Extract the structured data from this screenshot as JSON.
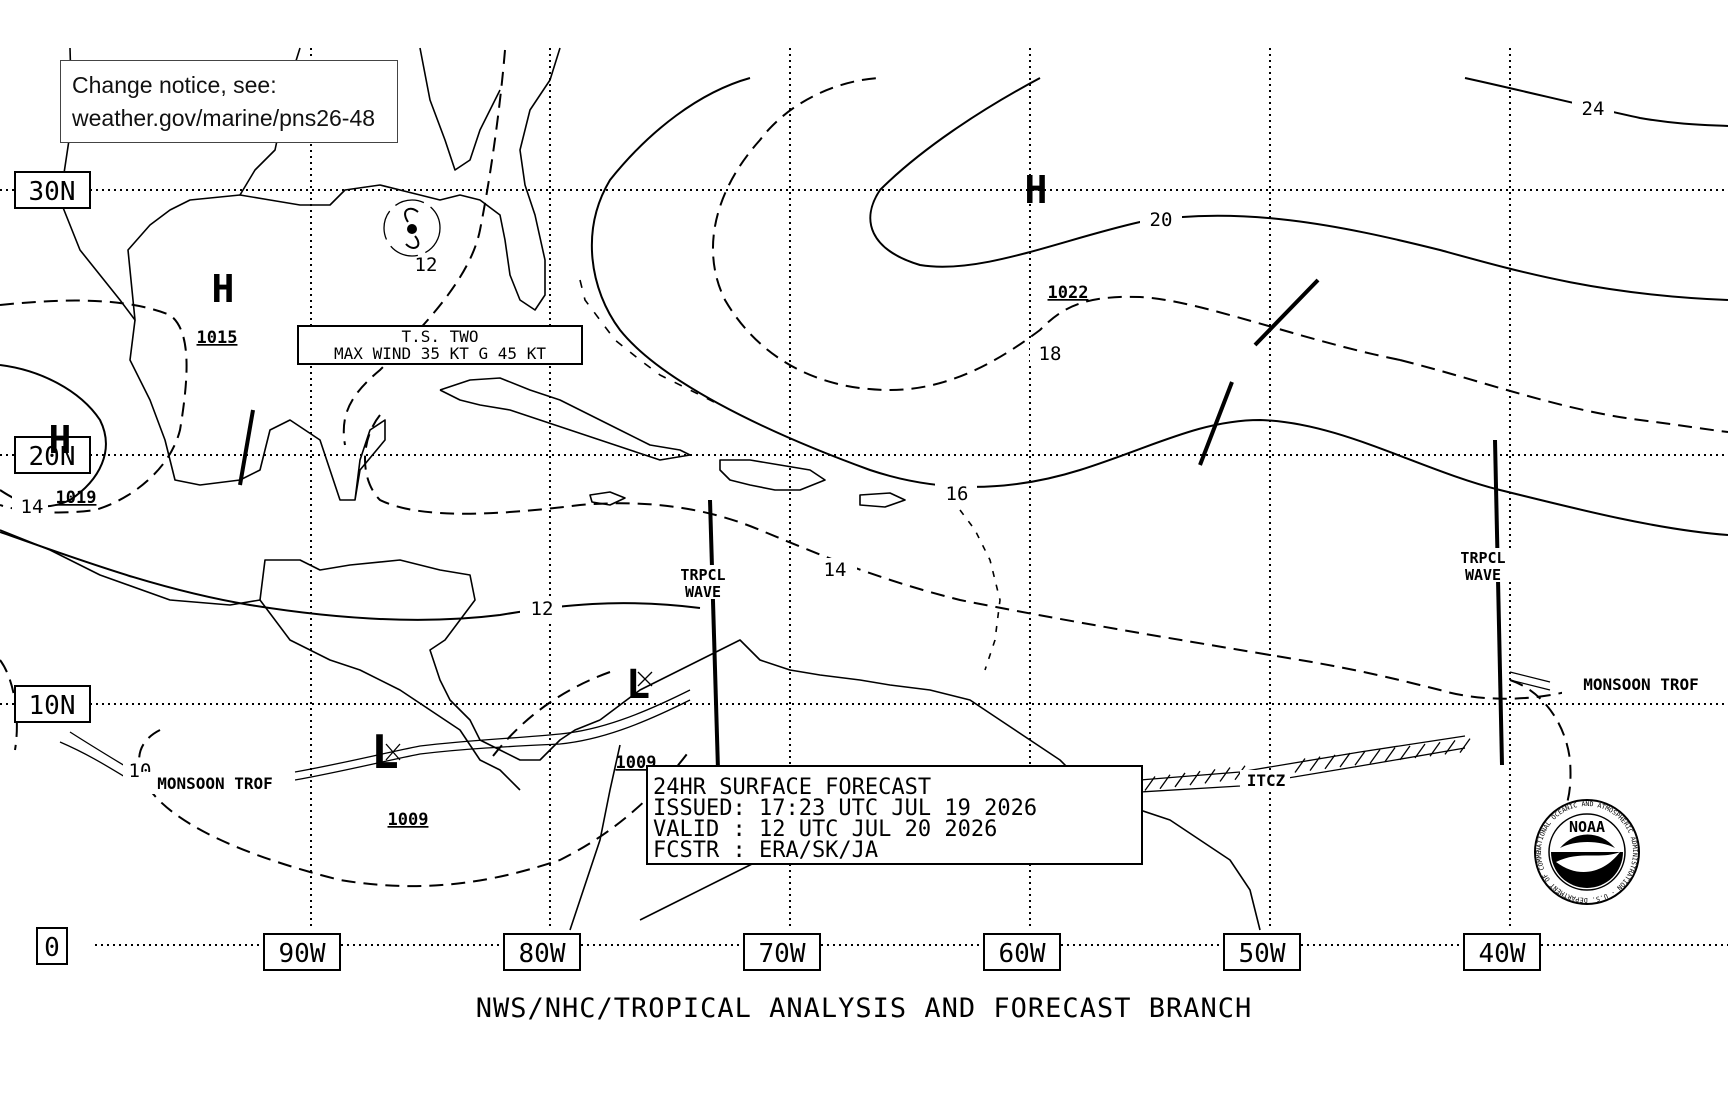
{
  "notice": {
    "line1": "Change notice, see:",
    "line2": "weather.gov/marine/pns26-48"
  },
  "lat_labels": [
    "30N",
    "20N",
    "10N",
    "0"
  ],
  "lon_labels": [
    "90W",
    "80W",
    "70W",
    "60W",
    "50W",
    "40W"
  ],
  "pressure_centers": [
    {
      "type": "H",
      "value": "1015"
    },
    {
      "type": "H",
      "value": "1019"
    },
    {
      "type": "H",
      "value": "1022"
    },
    {
      "type": "L",
      "value": "1009"
    },
    {
      "type": "L",
      "value": "1009"
    }
  ],
  "isobar_labels": [
    "24",
    "20",
    "18",
    "16",
    "14",
    "14",
    "12",
    "12",
    "10"
  ],
  "storm": {
    "name": "T.S. TWO",
    "wind": "MAX WIND 35 KT G 45 KT"
  },
  "features": {
    "tropical_wave": "TRPCL",
    "tropical_wave_2": "WAVE",
    "monsoon_trough": "MONSOON TROF",
    "monsoon_trough_west": "MONSOON TROF",
    "itcz": "ITCZ"
  },
  "forecast_box": {
    "line1": "24HR SURFACE FORECAST",
    "line2": "ISSUED: 17:23 UTC JUL 19 2026",
    "line3": "VALID : 12 UTC JUL 20 2026",
    "line4": "FCSTR : ERA/SK/JA"
  },
  "footer": "NWS/NHC/TROPICAL ANALYSIS AND FORECAST BRANCH",
  "logo": {
    "text": "NOAA",
    "ring_text": "NATIONAL OCEANIC AND ATMOSPHERIC ADMINISTRATION · U.S. DEPARTMENT OF COMMERCE"
  }
}
